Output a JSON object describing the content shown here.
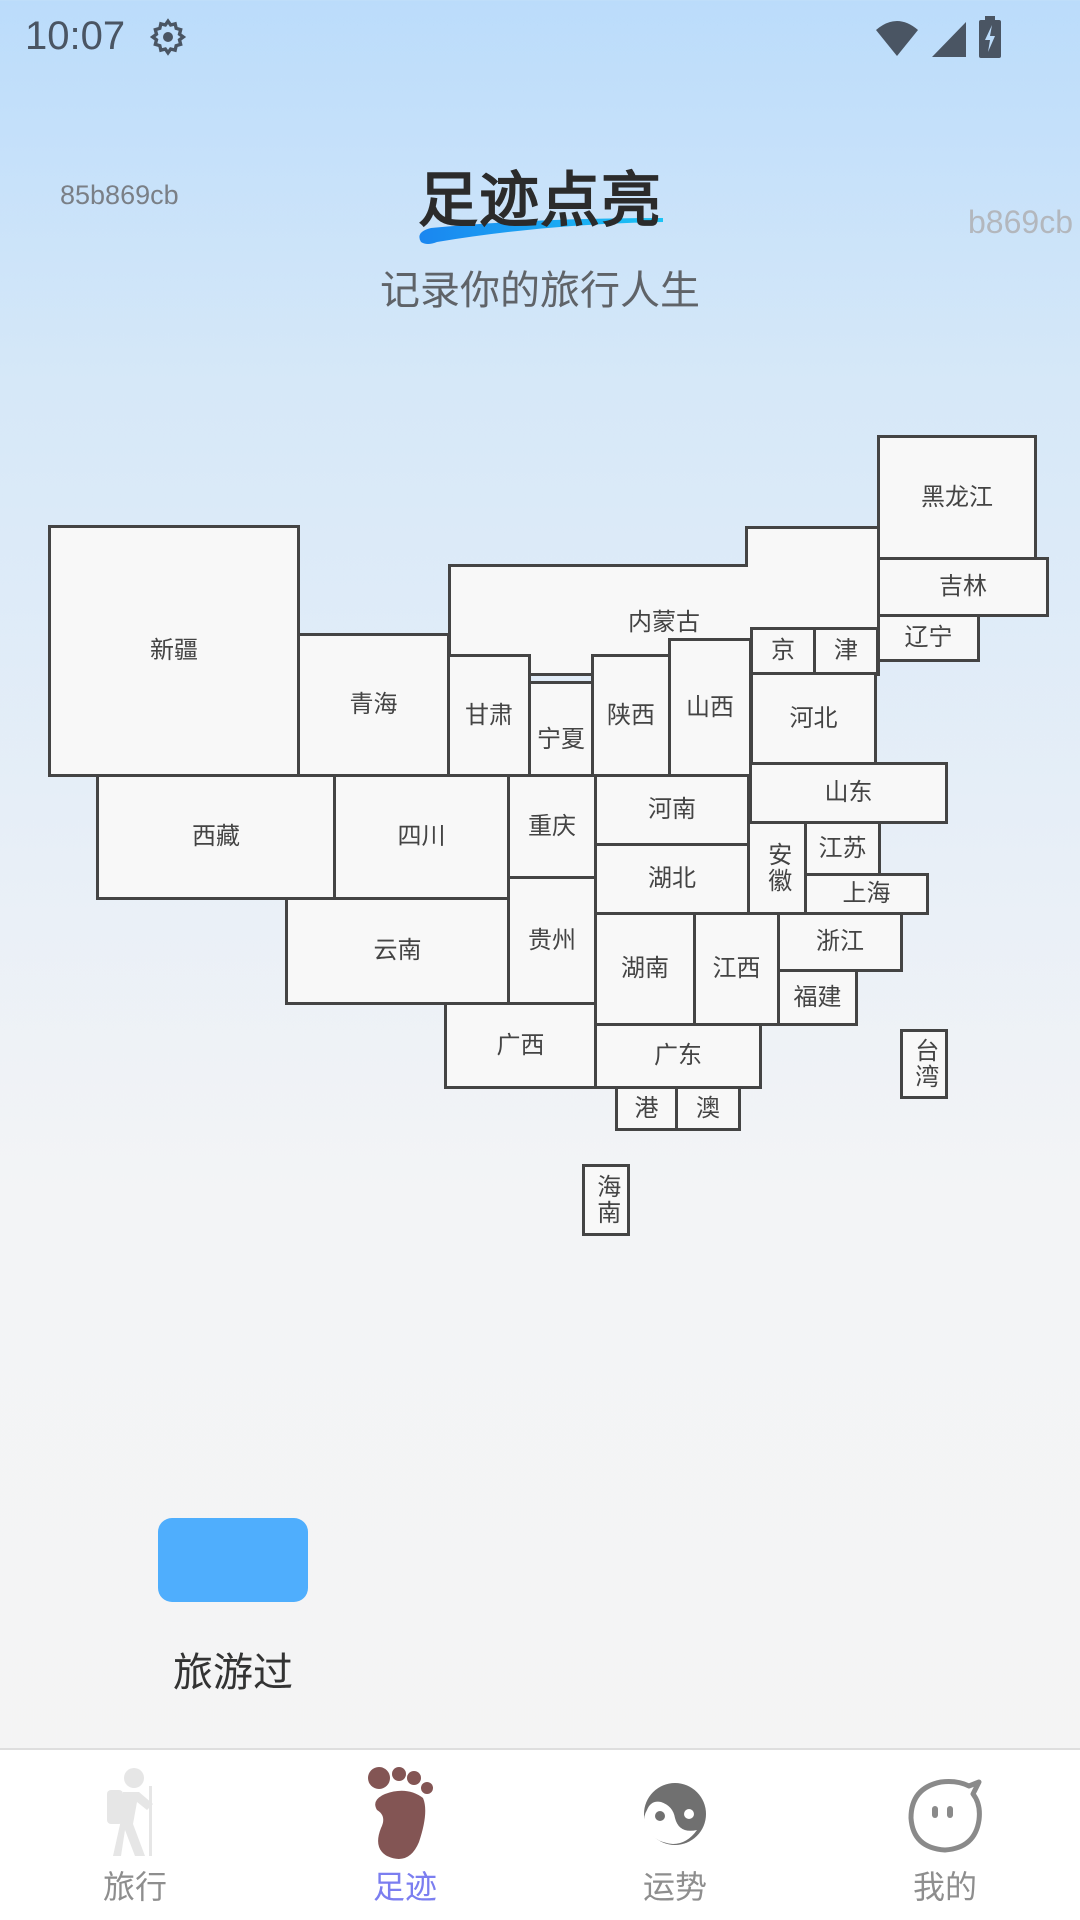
{
  "status_bar": {
    "time": "10:07",
    "icons": [
      "gear-icon",
      "wifi-icon",
      "cell-signal-icon",
      "battery-charging-icon"
    ]
  },
  "watermarks": {
    "left": "85b869cb",
    "right": "b869cb"
  },
  "header": {
    "title": "足迹点亮",
    "subtitle": "记录你的旅行人生",
    "accent_color": "#1e90ff"
  },
  "map": {
    "border_color": "#444444",
    "fill_color": "#f8f8f8",
    "provinces": [
      {
        "name": "黑龙江"
      },
      {
        "name": "吉林"
      },
      {
        "name": "辽宁"
      },
      {
        "name": "新疆"
      },
      {
        "name": "内蒙古"
      },
      {
        "name": "青海"
      },
      {
        "name": "甘肃"
      },
      {
        "name": "宁夏"
      },
      {
        "name": "陕西"
      },
      {
        "name": "山西"
      },
      {
        "name": "京"
      },
      {
        "name": "津"
      },
      {
        "name": "河北"
      },
      {
        "name": "山东"
      },
      {
        "name": "西藏"
      },
      {
        "name": "四川"
      },
      {
        "name": "重庆"
      },
      {
        "name": "河南"
      },
      {
        "name": "湖北"
      },
      {
        "name": "安徽"
      },
      {
        "name": "江苏"
      },
      {
        "name": "上海"
      },
      {
        "name": "云南"
      },
      {
        "name": "贵州"
      },
      {
        "name": "湖南"
      },
      {
        "name": "江西"
      },
      {
        "name": "浙江"
      },
      {
        "name": "福建"
      },
      {
        "name": "广西"
      },
      {
        "name": "广东"
      },
      {
        "name": "港"
      },
      {
        "name": "澳"
      },
      {
        "name": "台湾"
      },
      {
        "name": "海南"
      }
    ]
  },
  "legend": {
    "items": [
      {
        "label": "旅游过",
        "color": "#4faefd"
      }
    ]
  },
  "tabbar": {
    "active_index": 1,
    "active_label_color": "#7b7ef0",
    "tabs": [
      {
        "label": "旅行",
        "icon": "hiker-icon"
      },
      {
        "label": "足迹",
        "icon": "footprint-icon"
      },
      {
        "label": "运势",
        "icon": "yin-yang-icon"
      },
      {
        "label": "我的",
        "icon": "chat-face-icon"
      }
    ]
  }
}
